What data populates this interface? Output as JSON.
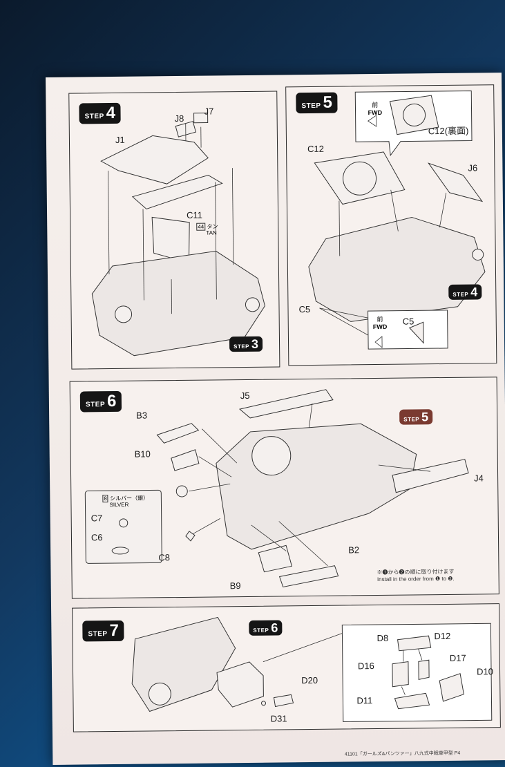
{
  "steps": {
    "s4": {
      "word": "STEP",
      "num": "4"
    },
    "s5": {
      "word": "STEP",
      "num": "5"
    },
    "s6": {
      "word": "STEP",
      "num": "6"
    },
    "s7": {
      "word": "STEP",
      "num": "7"
    },
    "ref3": {
      "word": "STEP",
      "num": "3"
    },
    "ref4": {
      "word": "STEP",
      "num": "4"
    },
    "ref5": {
      "word": "STEP",
      "num": "5"
    },
    "ref6": {
      "word": "STEP",
      "num": "6"
    }
  },
  "parts": {
    "J1": "J1",
    "J7": "J7",
    "J8": "J8",
    "C11": "C11",
    "C12": "C12",
    "C12b": "C12(裏面)",
    "J6": "J6",
    "C5": "C5",
    "C5b": "C5",
    "J5": "J5",
    "B3": "B3",
    "B10": "B10",
    "C7": "C7",
    "C6": "C6",
    "C8": "C8",
    "J4": "J4",
    "B2": "B2",
    "B9": "B9",
    "D8": "D8",
    "D12": "D12",
    "D16": "D16",
    "D17": "D17",
    "D10": "D10",
    "D11": "D11",
    "D20": "D20",
    "D31": "D31"
  },
  "paint": {
    "tan_num": "44",
    "tan_jp": "タン",
    "tan_en": "TAN",
    "silver_num": "8",
    "silver_jp": "シルバー（銀）",
    "silver_en": "SILVER"
  },
  "fwd": {
    "jp": "前",
    "en": "FWD"
  },
  "order_note": {
    "jp": "※❶から❷の順に取り付けます",
    "en": "Install in the order from ❶ to ❷."
  },
  "footer": "41101「ガールズ&パンツァー」八九式中戦車甲型 P4"
}
